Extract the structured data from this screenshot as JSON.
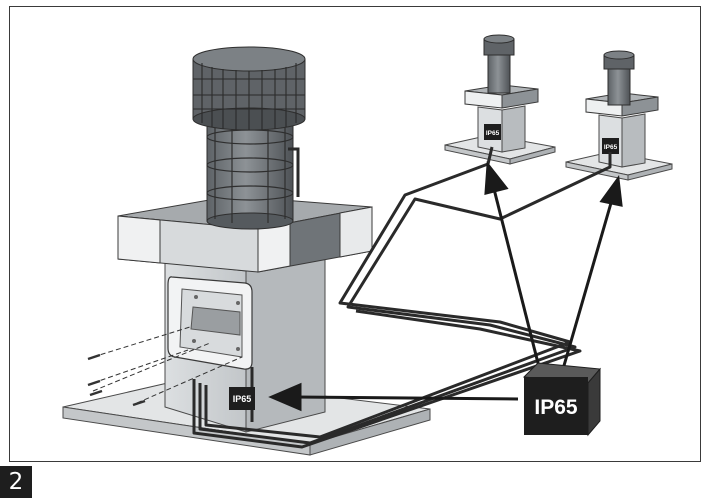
{
  "step_number": "2",
  "labels": {
    "main_box": "IP65",
    "small_box_left": "IP65",
    "small_box_right": "IP65",
    "box_main_unit": "IP65"
  },
  "colors": {
    "frame": "#3a3a3a",
    "cable": "#2a2a2a",
    "badge": "#1e1e1e",
    "metal_dark": "#6b6f72",
    "metal_light": "#cfd2d4"
  }
}
